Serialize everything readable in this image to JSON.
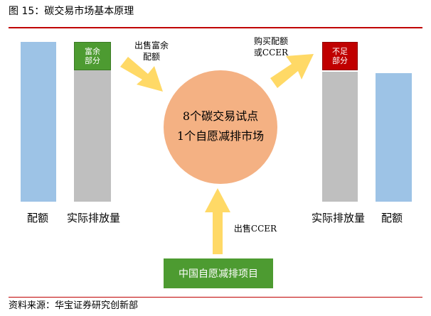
{
  "header": {
    "caption": "图 15：碳交易市场基本原理"
  },
  "footer": {
    "source": "资料来源：华宝证券研究创新部"
  },
  "left_group": {
    "surplus_tag": "富余\n部分",
    "label_quota": "配额",
    "label_actual": "实际排放量"
  },
  "right_group": {
    "shortage_tag": "不足\n部分",
    "label_actual": "实际排放量",
    "label_quota": "配额"
  },
  "arrows": {
    "sell_surplus": "出售富余\n配额",
    "buy": "购买配额\n或CCER",
    "sell_ccer": "出售CCER"
  },
  "center": {
    "line1": "8个碳交易试点",
    "line2": "1个自愿减排市场"
  },
  "project": {
    "label": "中国自愿减排项目"
  },
  "colors": {
    "quota_blue": "#9dc3e6",
    "emission_gray": "#bfbfbf",
    "surplus_green": "#4d9b31",
    "shortage_red": "#c00000",
    "circle_orange": "#f4b183",
    "arrow_yellow": "#ffd966",
    "rule_red": "#c00000"
  }
}
